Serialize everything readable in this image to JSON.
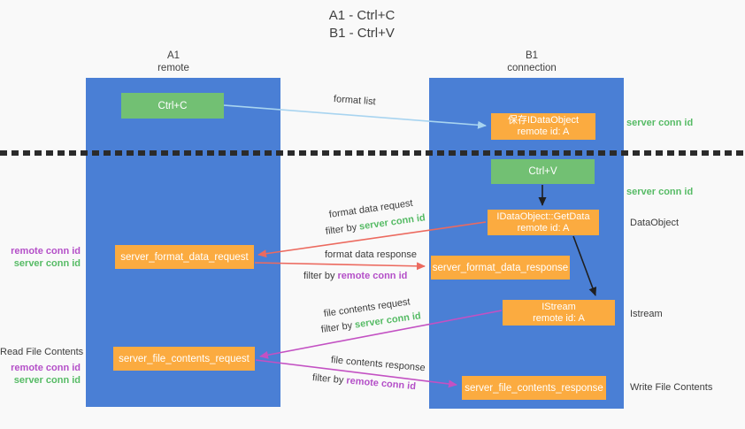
{
  "title": {
    "line1": "A1 - Ctrl+C",
    "line2": "B1 - Ctrl+V"
  },
  "columns": {
    "a1": {
      "name": "A1",
      "subtitle": "remote"
    },
    "b1": {
      "name": "B1",
      "subtitle": "connection"
    }
  },
  "boxes": {
    "ctrl_c": {
      "label": "Ctrl+C"
    },
    "save_idataobject": {
      "line1": "保存IDataObject",
      "line2": "remote id: A"
    },
    "ctrl_v": {
      "label": "Ctrl+V"
    },
    "getdata": {
      "line1": "IDataObject::GetData",
      "line2": "remote id: A"
    },
    "server_format_data_request": {
      "label": "server_format_data_request"
    },
    "server_format_data_response": {
      "label": "server_format_data_response"
    },
    "istream": {
      "line1": "IStream",
      "line2": "remote id: A"
    },
    "server_file_contents_request": {
      "label": "server_file_contents_request"
    },
    "server_file_contents_response": {
      "label": "server_file_contents_response"
    }
  },
  "side_labels": {
    "server_conn_id_top": "server conn id",
    "server_conn_id_mid": "server conn id",
    "dataobject": "DataObject",
    "istream": "Istream",
    "write_file_contents": "Write File Contents",
    "read_file_contents": "Read File Contents",
    "left_format": {
      "remote": "remote conn id",
      "server": "server conn id"
    },
    "left_file": {
      "remote": "remote conn id",
      "server": "server conn id"
    }
  },
  "arrow_labels": {
    "format_list": "format list",
    "format_data_request": "format data request",
    "filter_by_server_1": {
      "prefix": "filter by ",
      "value": "server conn id"
    },
    "format_data_response": "format data response",
    "filter_by_remote_1": {
      "prefix": "filter by ",
      "value": "remote conn id"
    },
    "file_contents_request": "file contents request",
    "filter_by_server_2": {
      "prefix": "filter by ",
      "value": "server conn id"
    },
    "file_contents_response": "file contents response",
    "filter_by_remote_2": {
      "prefix": "filter by ",
      "value": "remote conn id"
    }
  },
  "colors": {
    "background": "#f9f9f9",
    "column_blue": "#4a7fd5",
    "box_green": "#72c073",
    "box_orange": "#fbab40",
    "text_dark": "#3b3b3b",
    "text_green": "#56bb65",
    "text_purple": "#b44fc8",
    "arrow_red": "#ec6a5f",
    "arrow_magenta": "#c351c3",
    "arrow_lightblue": "#a8d4f0",
    "arrow_black": "#1f1f1f",
    "dash_black": "#2b2b2b"
  }
}
